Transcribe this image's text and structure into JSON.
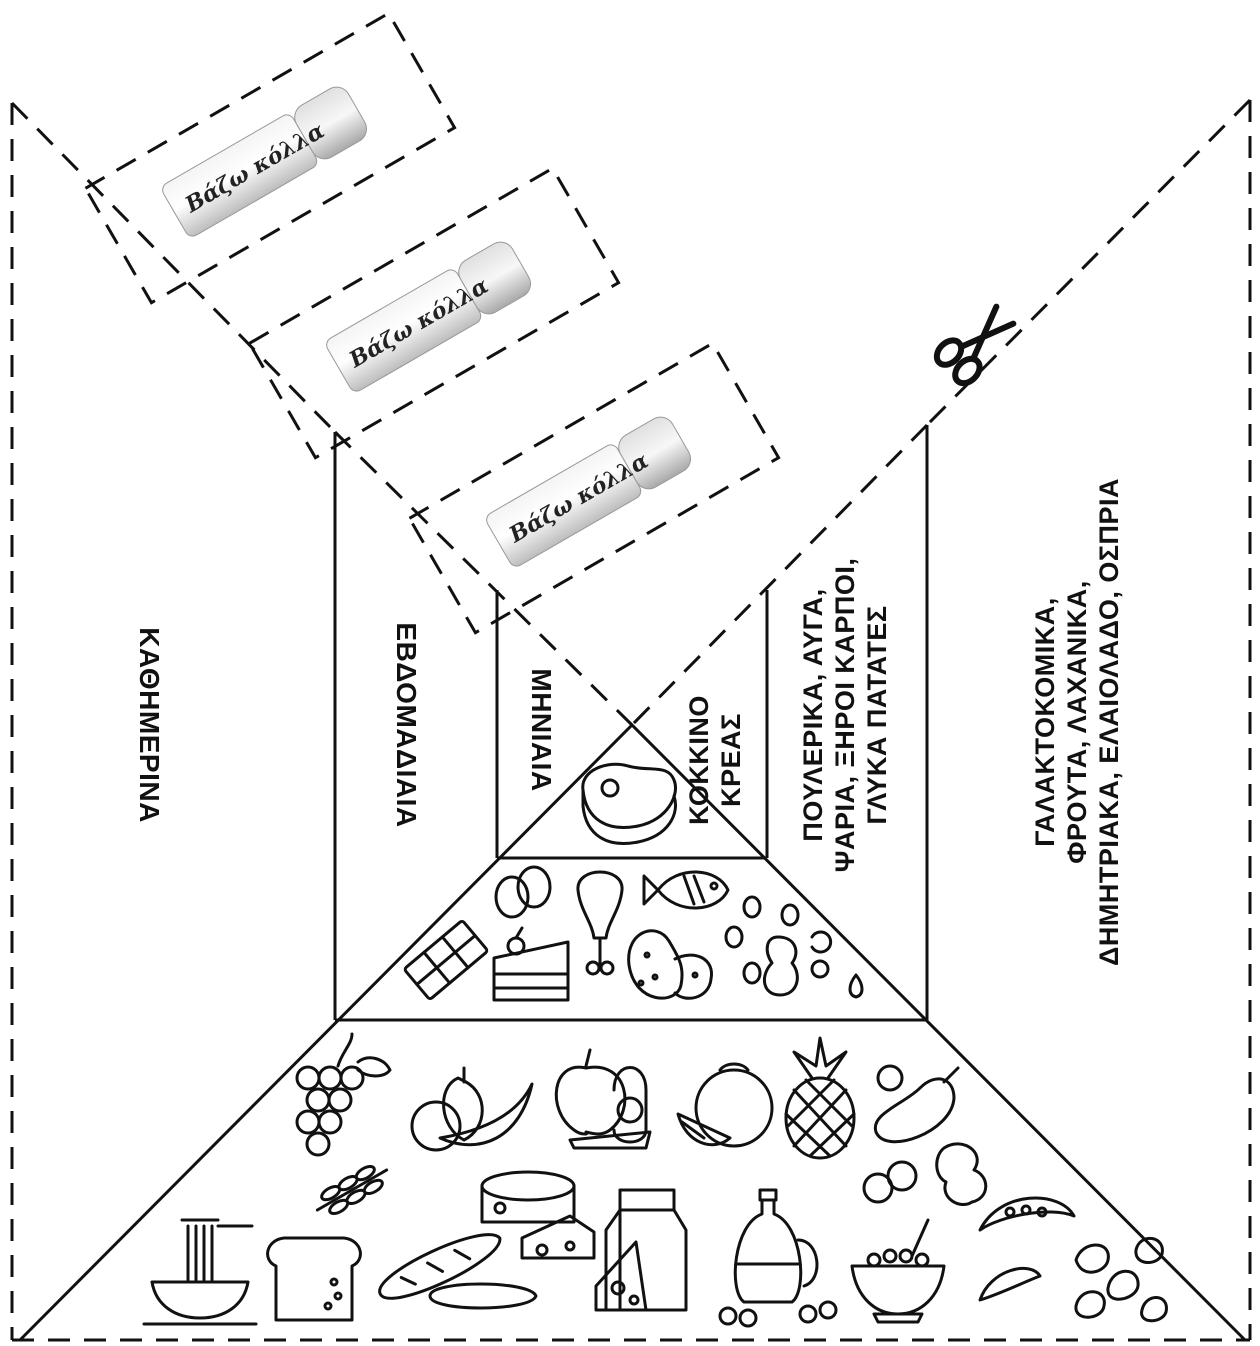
{
  "labels": {
    "daily": "ΚΑΘΗΜΕΡΙΝΑ",
    "weekly": "ΕΒΔΟΜΑΔΙΑΙΑ",
    "monthly": "ΜΗΝΙΑΙΑ",
    "red_meat_line1": "ΚΟΚΚΙΝΟ",
    "red_meat_line2": "ΚΡΕΑΣ",
    "weekly_foods_line1": "ΠΟΥΛΕΡΙΚΑ, ΑΥΓΑ,",
    "weekly_foods_line2": "ΨΑΡΙΑ, ΞΗΡΟΙ ΚΑΡΠΟΙ,",
    "weekly_foods_line3": "ΓΛΥΚΑ ΠΑΤΑΤΕΣ",
    "daily_foods_line1": "ΓΑΛΑΚΤΟΚΟΜΙΚΑ,",
    "daily_foods_line2": "ΦΡΟΥΤΑ, ΛΑΧΑΝΙΚΑ,",
    "daily_foods_line3": "ΔΗΜΗΤΡΙΑΚΑ, ΕΛΑΙΟΛΑΔΟ, ΟΣΠΡΙΑ"
  },
  "glue_tabs": [
    {
      "text": "Βάζω κόλλα"
    },
    {
      "text": "Βάζω κόλλα"
    },
    {
      "text": "Βάζω κόλλα"
    }
  ],
  "icons": {
    "top_level": [
      "steak-icon"
    ],
    "middle_level": [
      "eggs-icon",
      "chicken-leg-icon",
      "fish-icon",
      "nuts-icon",
      "chocolate-icon",
      "cake-icon",
      "potato-icon",
      "peanut-icon",
      "seeds-icon"
    ],
    "bottom_level": [
      "grapes-icon",
      "pear-banana-icon",
      "apple-carrot-icon",
      "watermelon-tomato-icon",
      "pineapple-icon",
      "eggplant-icon",
      "wheat-icon",
      "pasta-icon",
      "bread-icon",
      "baguette-icon",
      "cheese-icon",
      "milk-carton-icon",
      "olive-oil-icon",
      "chickpeas-icon",
      "cereal-bowl-icon",
      "beans-icon",
      "peas-icon"
    ]
  },
  "cut_icon": "scissors-icon"
}
